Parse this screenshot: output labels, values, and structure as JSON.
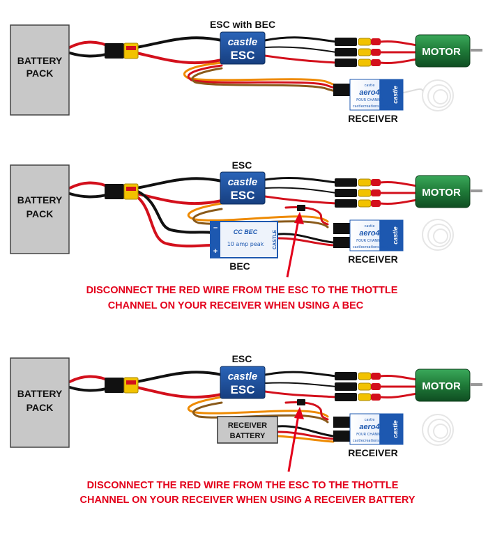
{
  "colors": {
    "battery": "#c8c8c8",
    "esc": "#1d4f9c",
    "motor": "#2e8b45",
    "connector": "#f2c200",
    "wire_red": "#d3101c",
    "wire_black": "#111111",
    "wire_orange": "#ee8a00",
    "wire_brown": "#8a5a1a",
    "warning": "#e3001b"
  },
  "diagram1": {
    "battery_line1": "BATTERY",
    "battery_line2": "PACK",
    "esc_title": "ESC with BEC",
    "esc_brand": "castle",
    "esc_label": "ESC",
    "motor_label": "MOTOR",
    "receiver_label": "RECEIVER",
    "rx_brand": "castle",
    "rx_model": "aero4",
    "rx_sub": "FOUR CHANNEL",
    "rx_url": "castlecreations.com"
  },
  "diagram2": {
    "battery_line1": "BATTERY",
    "battery_line2": "PACK",
    "esc_title": "ESC",
    "esc_brand": "castle",
    "esc_label": "ESC",
    "motor_label": "MOTOR",
    "receiver_label": "RECEIVER",
    "rx_brand": "castle",
    "rx_model": "aero4",
    "rx_sub": "FOUR CHANNEL",
    "rx_url": "castlecreations.com",
    "bec_label": "BEC",
    "bec_brand": "CC BEC",
    "bec_rating": "10 amp peak",
    "bec_minus": "–",
    "bec_plus": "+",
    "bec_side": "CASTLE",
    "warning_line1": "DISCONNECT THE RED WIRE FROM THE ESC TO THE THOTTLE",
    "warning_line2": "CHANNEL ON YOUR RECEIVER WHEN USING A BEC"
  },
  "diagram3": {
    "battery_line1": "BATTERY",
    "battery_line2": "PACK",
    "esc_title": "ESC",
    "esc_brand": "castle",
    "esc_label": "ESC",
    "motor_label": "MOTOR",
    "receiver_label": "RECEIVER",
    "rx_brand": "castle",
    "rx_model": "aero4",
    "rx_sub": "FOUR CHANNEL",
    "rx_url": "castlecreations.com",
    "rx_battery_line1": "RECEIVER",
    "rx_battery_line2": "BATTERY",
    "warning_line1": "DISCONNECT THE RED WIRE FROM THE ESC TO THE THOTTLE",
    "warning_line2": "CHANNEL ON YOUR RECEIVER WHEN USING A RECEIVER BATTERY"
  }
}
